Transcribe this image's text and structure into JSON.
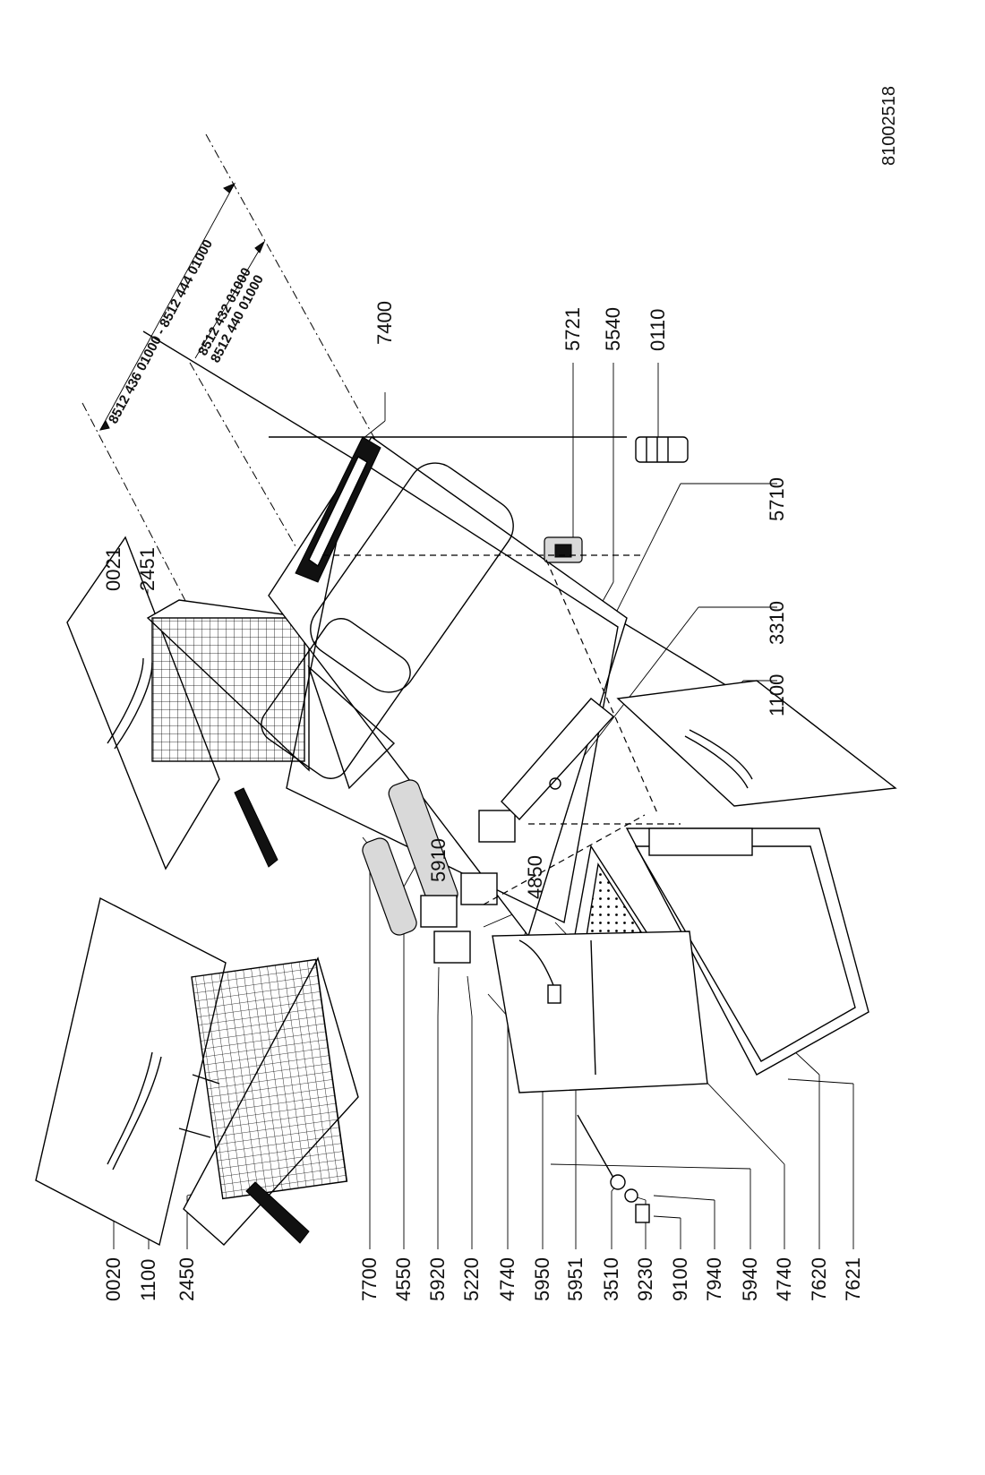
{
  "drawing_number": "81002518",
  "model_notes": {
    "range_a": "8512 436 01000 - 8512 444 01000",
    "range_b_1": "8512 432 01000",
    "range_b_2": "8512 440 01000"
  },
  "callouts": {
    "left_0020": "0020",
    "left_1100": "1100",
    "left_2450": "2450",
    "bottom_7700": "7700",
    "bottom_4550": "4550",
    "bottom_5920": "5920",
    "bottom_5220": "5220",
    "bottom_4740a": "4740",
    "bottom_5950": "5950",
    "bottom_5951": "5951",
    "bottom_3510": "3510",
    "bottom_9230": "9230",
    "bottom_9100": "9100",
    "bottom_7940": "7940",
    "bottom_5940": "5940",
    "bottom_4740b": "4740",
    "bottom_7620": "7620",
    "bottom_7621": "7621",
    "top_0021": "0021",
    "top_2451": "2451",
    "top_7400": "7400",
    "top_5721": "5721",
    "top_5540": "5540",
    "top_0110": "0110",
    "top_5710": "5710",
    "top_3310": "3310",
    "top_1100": "1100",
    "mid_5910": "5910",
    "mid_4850": "4850"
  }
}
